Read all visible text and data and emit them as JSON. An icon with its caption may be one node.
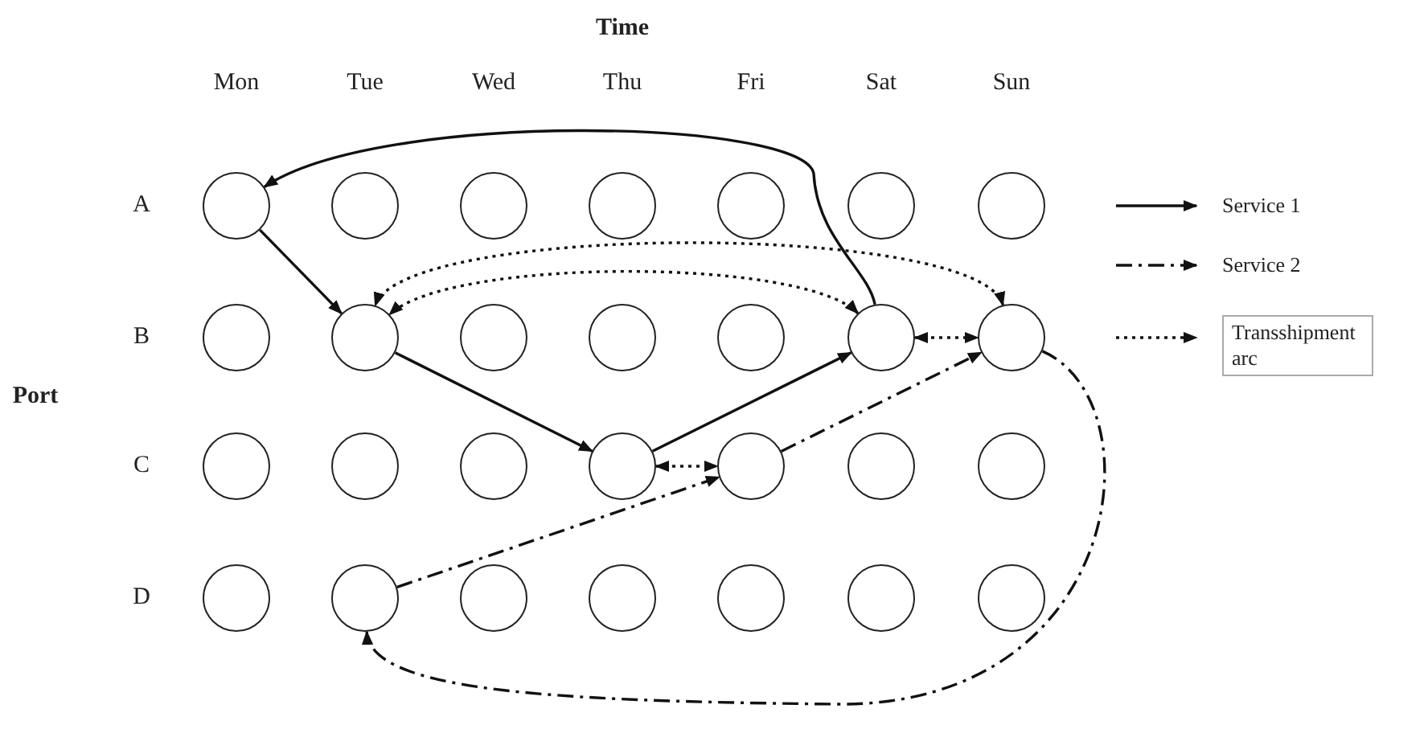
{
  "diagram": {
    "nodes": [
      {
        "text": [],
        "shape": "circle"
      },
      {
        "text": [],
        "shape": "circle"
      },
      {
        "text": [],
        "shape": "circle"
      },
      {
        "text": [],
        "shape": "circle"
      },
      {
        "text": [],
        "shape": "circle"
      },
      {
        "text": [],
        "shape": "circle"
      },
      {
        "text": [],
        "shape": "circle"
      },
      {
        "text": [],
        "shape": "circle"
      },
      {
        "text": [],
        "shape": "circle"
      },
      {
        "text": [],
        "shape": "circle"
      },
      {
        "text": [],
        "shape": "circle"
      },
      {
        "text": [],
        "shape": "circle"
      },
      {
        "text": [],
        "shape": "circle"
      },
      {
        "text": [],
        "shape": "circle"
      },
      {
        "text": [],
        "shape": "circle"
      },
      {
        "text": [],
        "shape": "circle"
      },
      {
        "text": [],
        "shape": "circle"
      },
      {
        "text": [],
        "shape": "circle"
      },
      {
        "text": [],
        "shape": "circle"
      },
      {
        "text": [],
        "shape": "circle"
      },
      {
        "text": [],
        "shape": "circle"
      },
      {
        "text": [],
        "shape": "circle"
      },
      {
        "text": [],
        "shape": "circle"
      },
      {
        "text": [],
        "shape": "circle"
      },
      {
        "text": [],
        "shape": "circle"
      },
      {
        "text": [],
        "shape": "circle"
      },
      {
        "text": [],
        "shape": "circle"
      },
      {
        "text": [],
        "shape": "circle"
      }
    ],
    "edges": [
      {
        "from": 0,
        "to": 8,
        "arrow": "to"
      },
      {
        "from": 8,
        "to": 17,
        "arrow": "to"
      },
      {
        "from": 17,
        "to": 12,
        "arrow": "to"
      },
      {
        "from": 12,
        "to": 0,
        "arrow": "to"
      },
      {
        "from": 22,
        "to": 18,
        "arrow": "to",
        "style": "dashed"
      },
      {
        "from": 18,
        "to": 13,
        "arrow": "to",
        "style": "dashed"
      },
      {
        "from": 13,
        "to": 22,
        "arrow": "to",
        "style": "dashed"
      },
      {
        "from": 12,
        "to": 8,
        "arrow": "both",
        "style": "dashed"
      },
      {
        "from": 13,
        "to": 8,
        "arrow": "both",
        "style": "dashed"
      },
      {
        "from": 12,
        "to": 13,
        "arrow": "both",
        "style": "dashed"
      },
      {
        "from": 17,
        "to": 18,
        "arrow": "both",
        "style": "dashed"
      }
    ],
    "labels": [
      "Time",
      "Mon",
      "Tue",
      "Wed",
      "Thu",
      "Fri",
      "Sat",
      "Sun",
      "A",
      "B",
      "Port",
      "C",
      "D"
    ],
    "legend": [
      {
        "text": "Service 1"
      },
      {
        "text": "Service 2"
      },
      {
        "text": "Transshipment arc"
      }
    ]
  }
}
